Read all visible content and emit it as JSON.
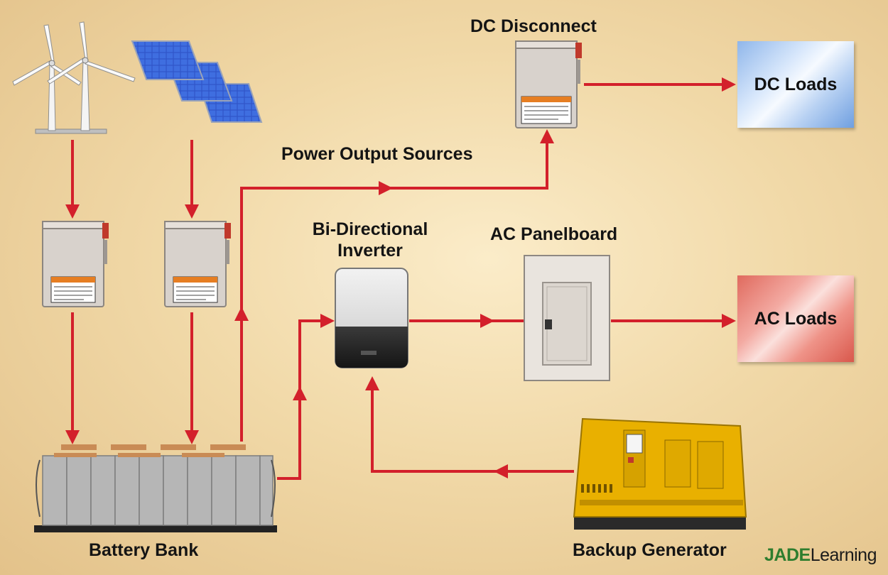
{
  "labels": {
    "dc_disconnect": "DC Disconnect",
    "dc_loads": "DC Loads",
    "power_output_sources": "Power Output Sources",
    "inverter_line1": "Bi-Directional",
    "inverter_line2": "Inverter",
    "ac_panelboard": "AC Panelboard",
    "ac_loads": "AC Loads",
    "battery_bank": "Battery Bank",
    "backup_generator": "Backup Generator"
  },
  "brand": {
    "part1": "JADE",
    "part2": "Learning"
  },
  "colors": {
    "flow_arrow": "#d3202b",
    "background": "#f1d9a8",
    "brand_green": "#2e7d2e"
  },
  "icons": [
    "wind-turbines-icon",
    "solar-panels-icon",
    "disconnect-switch-icon",
    "inverter-icon",
    "panelboard-icon",
    "battery-bank-icon",
    "generator-icon"
  ]
}
